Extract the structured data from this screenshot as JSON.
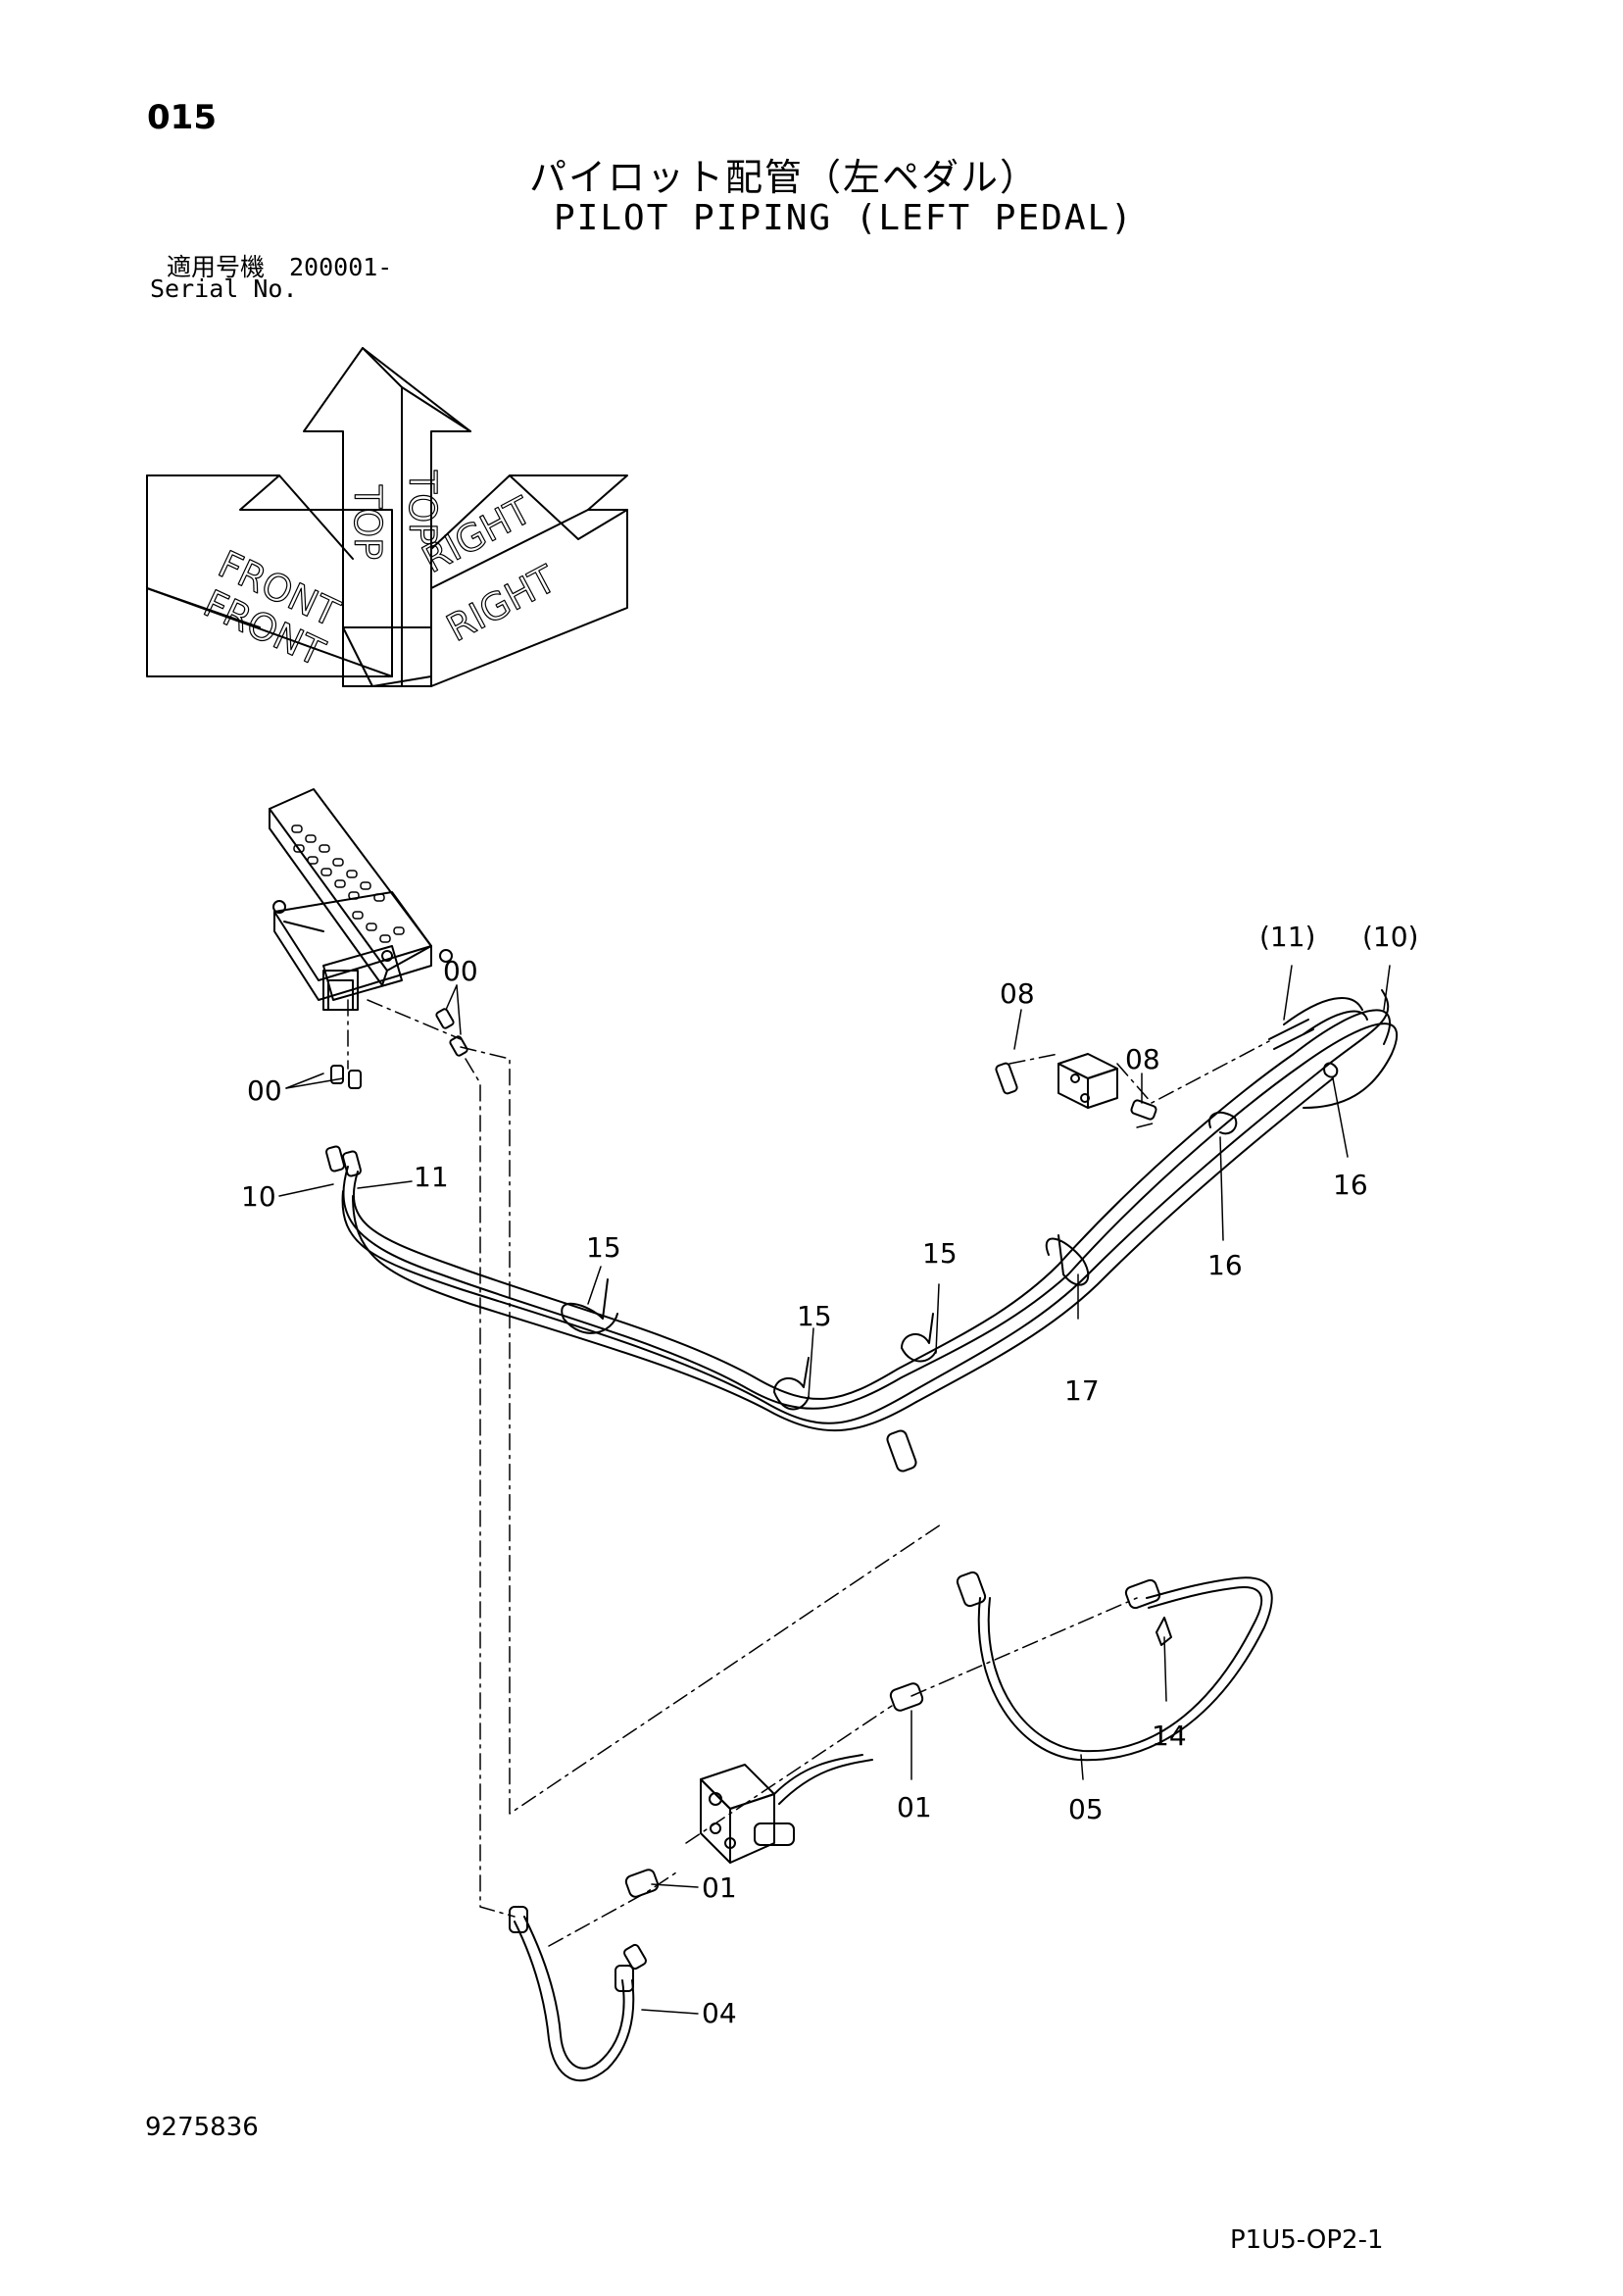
{
  "page_number": "015",
  "title_jp": "パイロット配管（左ペダル）",
  "title_en": "PILOT PIPING (LEFT PEDAL)",
  "serial_jp": "適用号機　200001-",
  "serial_en": "Serial No.",
  "orientation": {
    "front": "FRONT",
    "top": "TOP",
    "right": "RIGHT"
  },
  "callouts": {
    "c00a": "00",
    "c00b": "00",
    "c10": "10",
    "c11": "11",
    "c15a": "15",
    "c15b": "15",
    "c15c": "15",
    "c17": "17",
    "c16a": "16",
    "c16b": "16",
    "c08a": "08",
    "c08b": "08",
    "c11p": "(11)",
    "c10p": "(10)",
    "c14": "14",
    "c05": "05",
    "c01a": "01",
    "c01b": "01",
    "c04": "04"
  },
  "ref_number": "9275836",
  "page_code": "P1U5-OP2-1"
}
